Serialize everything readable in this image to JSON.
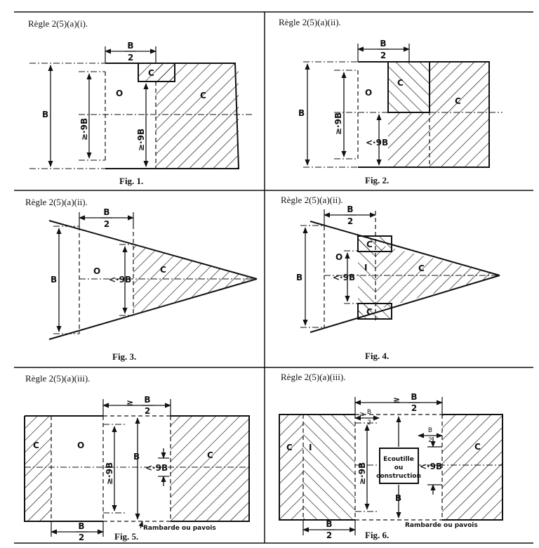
{
  "panels": [
    {
      "rule": "Règle 2(5)(a)(i).",
      "caption": "Fig. 1."
    },
    {
      "rule": "Règle 2(5)(a)(ii).",
      "caption": "Fig. 2."
    },
    {
      "rule": "Règle 2(5)(a)(ii).",
      "caption": "Fig. 3."
    },
    {
      "rule": "Règle 2(5)(a)(ii).",
      "caption": "Fig. 4."
    },
    {
      "rule": "Règle 2(5)(a)(iii).",
      "caption": "Fig. 5."
    },
    {
      "rule": "Règle 2(5)(a)(iii).",
      "caption": "Fig. 6."
    }
  ],
  "labels": {
    "B": "B",
    "half_num": "B",
    "half_den": "2",
    "ge": "≥",
    "ge_half": "≥",
    "ge_09B": "≥·9B",
    "ge_9B": "≥·9B",
    "lt_09B": "<·9B",
    "O": "O",
    "C": "C",
    "I": "I",
    "rambarde": "Rambarde ou pavois",
    "ecoutille_1": "Ecoutille",
    "ecoutille_2": "ou",
    "ecoutille_3": "construction"
  },
  "colors": {
    "ink": "#111111",
    "paper": "#ffffff"
  }
}
